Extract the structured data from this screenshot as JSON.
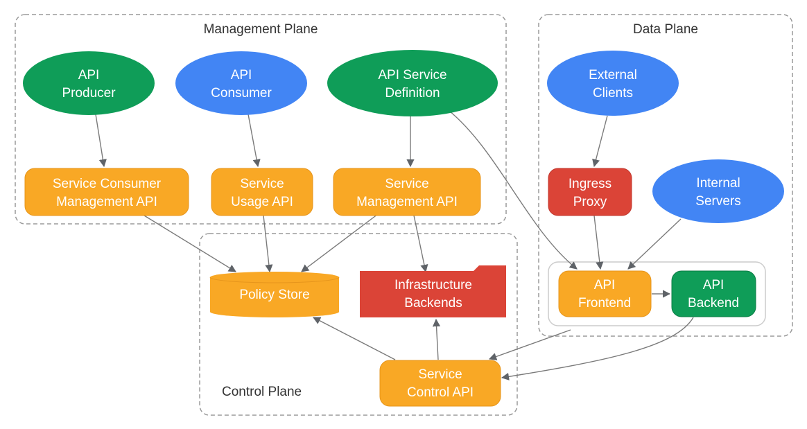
{
  "planes": {
    "management": {
      "title": "Management Plane"
    },
    "data": {
      "title": "Data Plane"
    },
    "control": {
      "title": "Control Plane"
    }
  },
  "nodes": {
    "api_producer": {
      "line1": "API",
      "line2": "Producer",
      "shape": "ellipse",
      "color": "#0f9d58"
    },
    "api_consumer": {
      "line1": "API",
      "line2": "Consumer",
      "shape": "ellipse",
      "color": "#4285f4"
    },
    "api_service_definition": {
      "line1": "API Service",
      "line2": "Definition",
      "shape": "ellipse",
      "color": "#0f9d58"
    },
    "external_clients": {
      "line1": "External",
      "line2": "Clients",
      "shape": "ellipse",
      "color": "#4285f4"
    },
    "internal_servers": {
      "line1": "Internal",
      "line2": "Servers",
      "shape": "ellipse",
      "color": "#4285f4"
    },
    "service_consumer_management_api": {
      "line1": "Service Consumer",
      "line2": "Management API",
      "shape": "rounded-rect",
      "color": "#f9a825"
    },
    "service_usage_api": {
      "line1": "Service",
      "line2": "Usage API",
      "shape": "rounded-rect",
      "color": "#f9a825"
    },
    "service_management_api": {
      "line1": "Service",
      "line2": "Management API",
      "shape": "rounded-rect",
      "color": "#f9a825"
    },
    "ingress_proxy": {
      "line1": "Ingress",
      "line2": "Proxy",
      "shape": "rounded-rect",
      "color": "#db4437"
    },
    "api_frontend": {
      "line1": "API",
      "line2": "Frontend",
      "shape": "rounded-rect",
      "color": "#f9a825"
    },
    "api_backend": {
      "line1": "API",
      "line2": "Backend",
      "shape": "rounded-rect",
      "color": "#0f9d58"
    },
    "policy_store": {
      "line1": "Policy Store",
      "shape": "cylinder",
      "color": "#f9a825"
    },
    "infrastructure_backends": {
      "line1": "Infrastructure",
      "line2": "Backends",
      "shape": "folder",
      "color": "#db4437"
    },
    "service_control_api": {
      "line1": "Service",
      "line2": "Control API",
      "shape": "rounded-rect",
      "color": "#f9a825"
    }
  },
  "edges": [
    {
      "from": "api_producer",
      "to": "service_consumer_management_api"
    },
    {
      "from": "api_consumer",
      "to": "service_usage_api"
    },
    {
      "from": "api_service_definition",
      "to": "service_management_api"
    },
    {
      "from": "api_service_definition",
      "to": "api_frontend"
    },
    {
      "from": "external_clients",
      "to": "ingress_proxy"
    },
    {
      "from": "ingress_proxy",
      "to": "api_frontend"
    },
    {
      "from": "internal_servers",
      "to": "api_frontend"
    },
    {
      "from": "api_frontend",
      "to": "api_backend"
    },
    {
      "from": "service_consumer_management_api",
      "to": "policy_store"
    },
    {
      "from": "service_usage_api",
      "to": "policy_store"
    },
    {
      "from": "service_management_api",
      "to": "policy_store"
    },
    {
      "from": "service_management_api",
      "to": "infrastructure_backends"
    },
    {
      "from": "service_control_api",
      "to": "policy_store"
    },
    {
      "from": "service_control_api",
      "to": "infrastructure_backends"
    },
    {
      "from": "api_frontend",
      "to": "service_control_api"
    },
    {
      "from": "api_backend",
      "to": "service_control_api"
    }
  ]
}
